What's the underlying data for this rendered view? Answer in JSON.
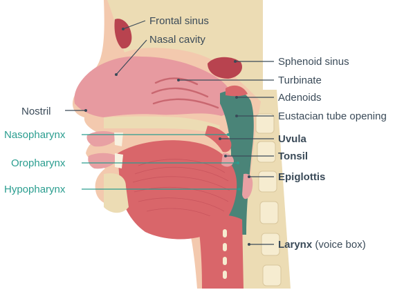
{
  "labels": {
    "frontal_sinus": "Frontal sinus",
    "nasal_cavity": "Nasal cavity",
    "sphenoid_sinus": "Sphenoid sinus",
    "turbinate": "Turbinate",
    "adenoids": "Adenoids",
    "nostril": "Nostril",
    "eustacian_tube_opening": "Eustacian tube opening",
    "nasopharynx": "Nasopharynx",
    "uvula": "Uvula",
    "oropharynx": "Oropharynx",
    "tonsil": "Tonsil",
    "epiglottis": "Epiglottis",
    "hypopharynx": "Hypopharynx",
    "larynx": "Larynx",
    "larynx_note": "(voice box)"
  },
  "colors": {
    "skin": "#f1c2a6",
    "bone": "#ecdcb4",
    "tissue": "#d9666a",
    "tissue_dark": "#b94650",
    "mucosa": "#e8a0a3",
    "airway_teal": "#4a8478",
    "label_dark": "#3a4a58",
    "label_teal": "#2a9d8f"
  }
}
